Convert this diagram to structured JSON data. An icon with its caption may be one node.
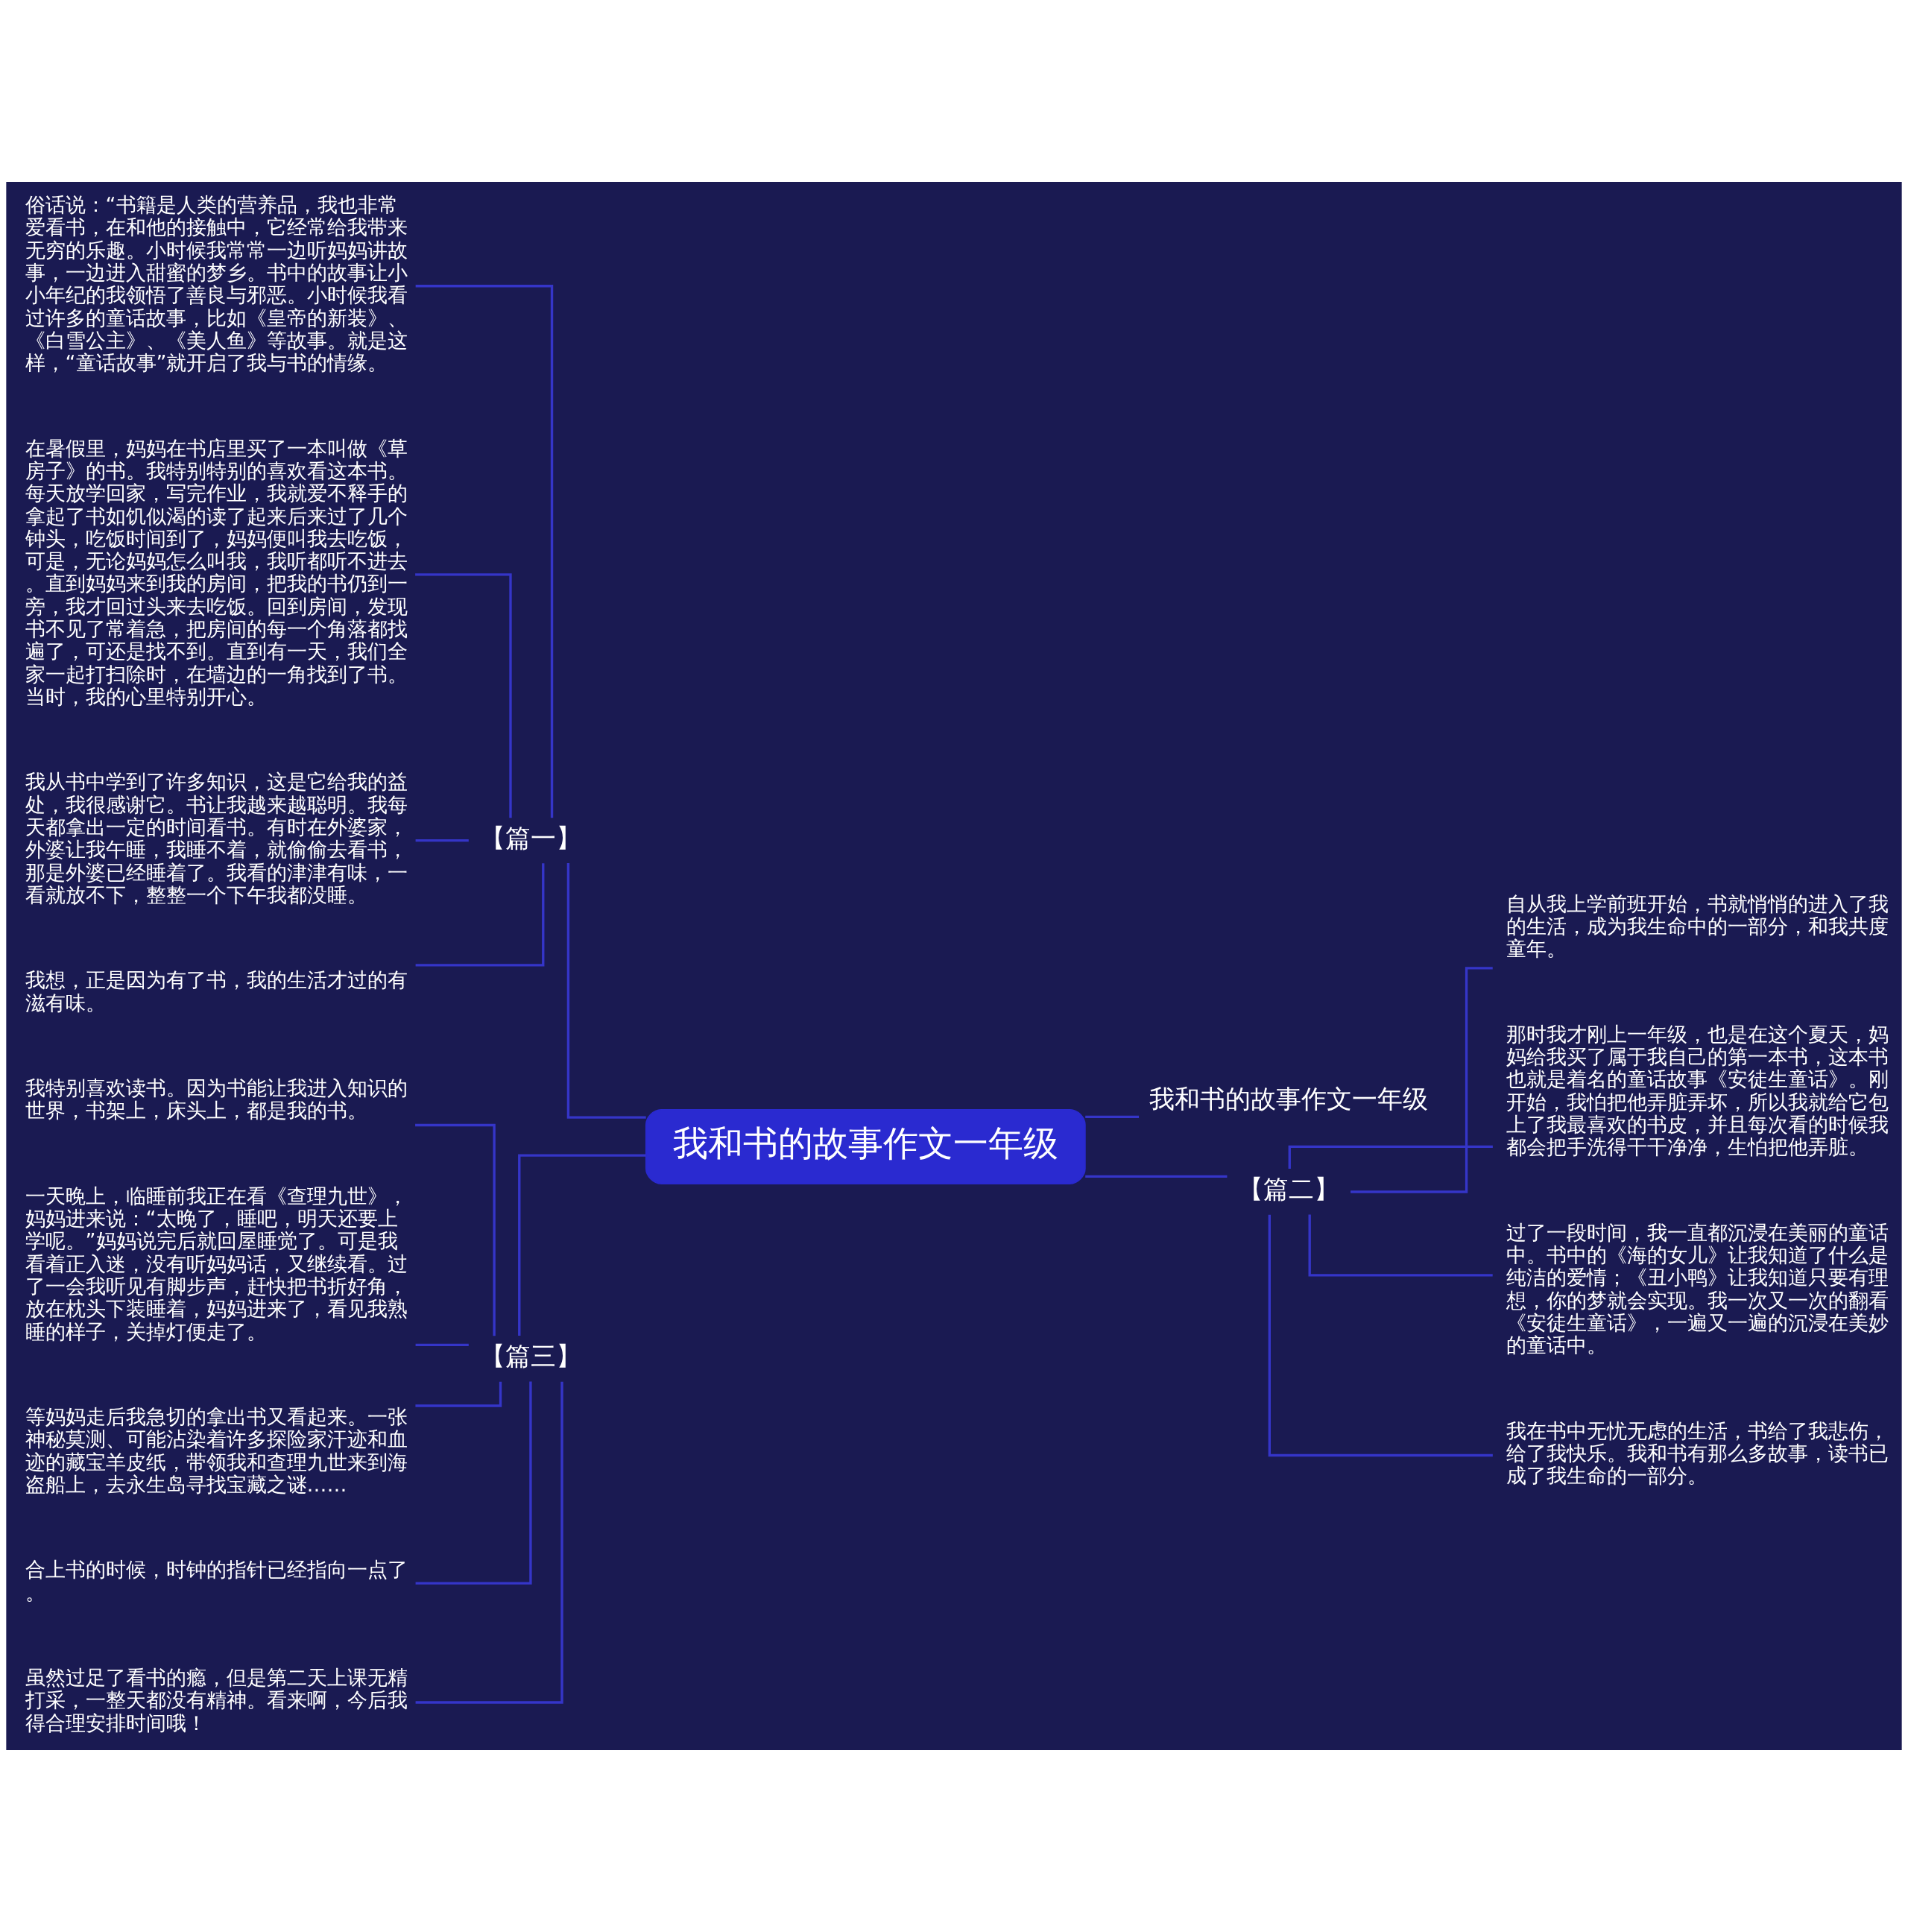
{
  "diagram": {
    "nodes": [
      {
        "text": [
          "我和书的故事作文一年级"
        ]
      },
      {
        "text": [
          "【篇一】"
        ]
      },
      {
        "text": [
          "俗话说：“书籍是人类的营养品，我也非常爱看书，在和他的接触中，它经常给我带来无穷的乐趣。小时候我常常一边听妈妈讲故事，一边进入甜蜜的梦乡。书中的故事让小小年纪的我领悟了善良与邪恶。小时候我看过许多的童话故事，比如《皇帝的新装》、《白雪公主》、《美人鱼》等故事。就是这样，“童话故事”就开启了我与书的情缘。"
        ]
      },
      {
        "text": [
          "在暑假里，妈妈在书店里买了一本叫做《草房子》的书。我特别特别的喜欢看这本书。每天放学回家，写完作业，我就爱不释手的拿起了书如饥似渴的读了起来后来过了几个钟头，吃饭时间到了，妈妈便叫我去吃饭，可是，无论妈妈怎么叫我，我听都听不进去。直到妈妈来到我的房间，把我的书仍到一旁，我才回过头来去吃饭。回到房间，发现书不见了常着急，把房间的每一个角落都找遍了，可还是找不到。直到有一天，我们全家一起打扫除时，在墙边的一角找到了书。当时，我的心里特别开心。"
        ]
      },
      {
        "text": [
          "我从书中学到了许多知识，这是它给我的益处，我很感谢它。书让我越来越聪明。我每天都拿出一定的时间看书。有时在外婆家，外婆让我午睡，我睡不着，就偷偷去看书，那是外婆已经睡着了。我看的津津有味，一看就放不下，整整一个下午我都没睡。"
        ]
      },
      {
        "text": [
          "我想，正是因为有了书，我的生活才过的有滋有味。"
        ]
      },
      {
        "text": [
          "【篇三】"
        ]
      },
      {
        "text": [
          "我特别喜欢读书。因为书能让我进入知识的世界，书架上，床头上，都是我的书。"
        ]
      },
      {
        "text": [
          "一天晚上，临睡前我正在看《查理九世》，妈妈进来说：“太晚了，睡吧，明天还要上学呢。”妈妈说完后就回屋睡觉了。可是我看着正入迷，没有听妈妈话，又继续看。过了一会我听见有脚步声，赶快把书折好角，放在枕头下装睡着，妈妈进来了，看见我熟睡的样子，关掉灯便走了。"
        ]
      },
      {
        "text": [
          "等妈妈走后我急切的拿出书又看起来。一张神秘莫测、可能沾染着许多探险家汗迹和血迹的藏宝羊皮纸，带领我和查理九世来到海盗船上，去永生岛寻找宝藏之谜……"
        ]
      },
      {
        "text": [
          "合上书的时候，时钟的指针已经指向一点了。"
        ]
      },
      {
        "text": [
          "虽然过足了看书的瘾，但是第二天上课无精打采，一整天都没有精神。看来啊，今后我得合理安排时间哦！"
        ]
      },
      {
        "text": [
          "我和书的故事作文一年级"
        ]
      },
      {
        "text": [
          "【篇二】"
        ]
      },
      {
        "text": [
          "自从我上学前班开始，书就悄悄的进入了我的生活，成为我生命中的一部分，和我共度童年。"
        ]
      },
      {
        "text": [
          "那时我才刚上一年级，也是在这个夏天，妈妈给我买了属于我自己的第一本书，这本书也就是着名的童话故事《安徒生童话》。刚开始，我怕把他弄脏弄坏，所以我就给它包上了我最喜欢的书皮，并且每次看的时候我都会把手洗得干干净净，生怕把他弄脏。"
        ]
      },
      {
        "text": [
          "过了一段时间，我一直都沉浸在美丽的童话中。书中的《海的女儿》让我知道了什么是纯洁的爱情；《丑小鸭》让我知道只要有理想，你的梦就会实现。我一次又一次的翻看《安徒生童话》，一遍又一遍的沉浸在美妙的童话中。"
        ]
      },
      {
        "text": [
          "我在书中无忧无虑的生活，书给了我悲伤，给了我快乐。我和书有那么多故事，读书已成了我生命的一部分。"
        ]
      }
    ],
    "edges": [
      {
        "from": 0,
        "to": 1,
        "arrow": "none"
      },
      {
        "from": 1,
        "to": 2,
        "arrow": "none"
      },
      {
        "from": 1,
        "to": 3,
        "arrow": "none"
      },
      {
        "from": 1,
        "to": 4,
        "arrow": "none"
      },
      {
        "from": 1,
        "to": 5,
        "arrow": "none"
      },
      {
        "from": 0,
        "to": 6,
        "arrow": "none"
      },
      {
        "from": 6,
        "to": 7,
        "arrow": "none"
      },
      {
        "from": 6,
        "to": 8,
        "arrow": "none"
      },
      {
        "from": 6,
        "to": 9,
        "arrow": "none"
      },
      {
        "from": 6,
        "to": 10,
        "arrow": "none"
      },
      {
        "from": 6,
        "to": 11,
        "arrow": "none"
      },
      {
        "from": 0,
        "to": 12,
        "arrow": "none"
      },
      {
        "from": 0,
        "to": 13,
        "arrow": "none"
      },
      {
        "from": 13,
        "to": 14,
        "arrow": "none"
      },
      {
        "from": 13,
        "to": 15,
        "arrow": "none"
      },
      {
        "from": 13,
        "to": 16,
        "arrow": "none"
      },
      {
        "from": 13,
        "to": 17,
        "arrow": "none"
      }
    ]
  }
}
